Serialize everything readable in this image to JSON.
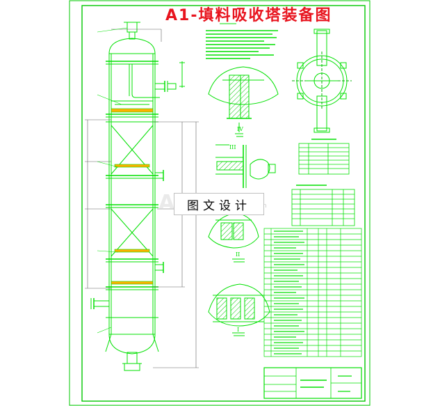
{
  "drawing": {
    "title": "A1-填料吸收塔装备图",
    "title_color": "#e8141e",
    "line_color": "#00e000",
    "frame_color": "#00c800"
  },
  "watermark": {
    "text": "图文设计",
    "ghost_suffix": "n"
  },
  "section_labels": [
    "IV",
    "III",
    "II",
    "I"
  ]
}
